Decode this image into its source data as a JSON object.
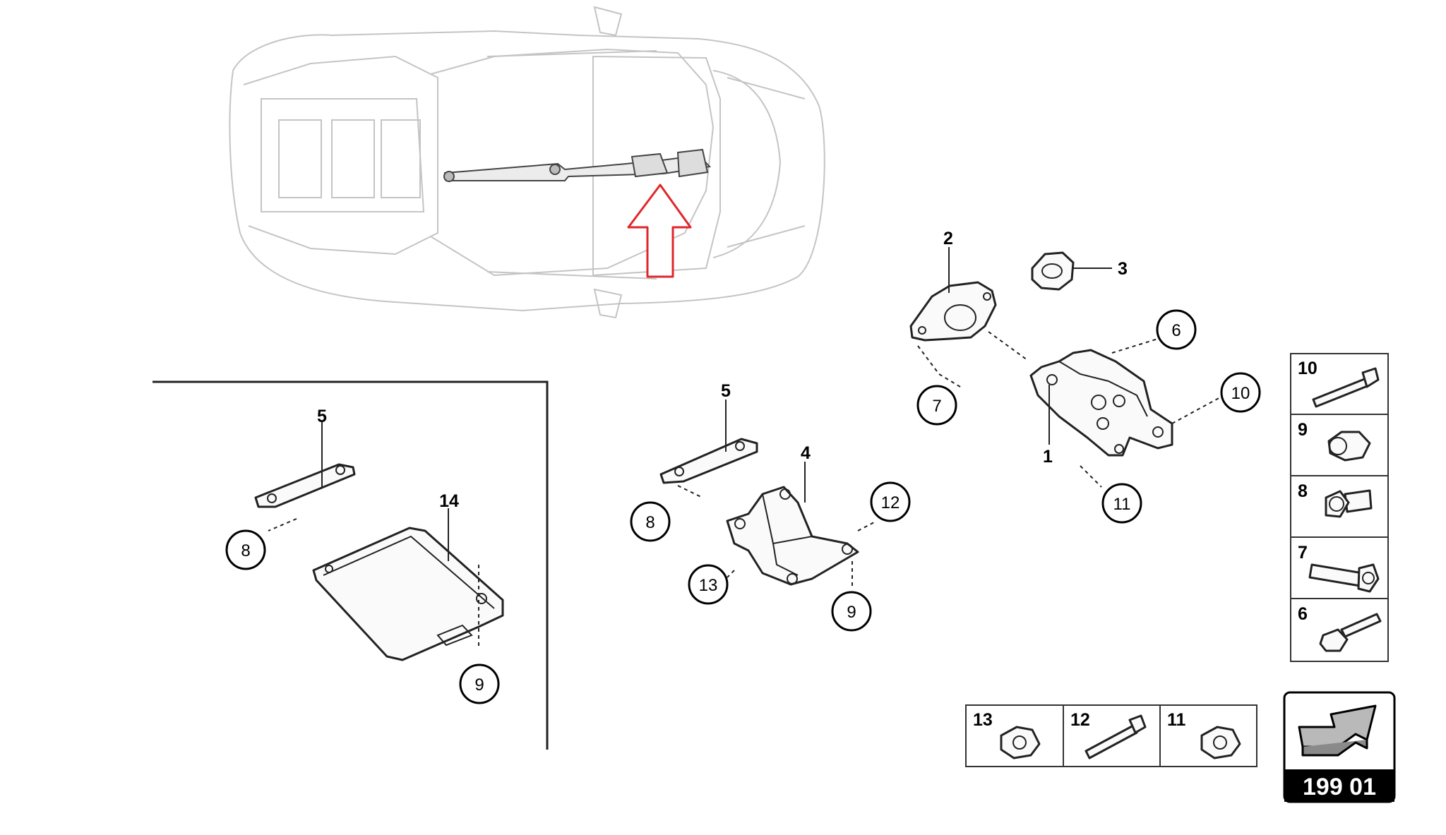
{
  "page_ref": "199 01",
  "colors": {
    "arrow": "#e0262b",
    "background": "#ffffff",
    "line": "#000000"
  },
  "part_labels": {
    "p1": "1",
    "p2": "2",
    "p3": "3",
    "p4": "4",
    "p5a": "5",
    "p5b": "5",
    "p14": "14"
  },
  "callouts": {
    "c6": "6",
    "c7": "7",
    "c10": "10",
    "c11": "11",
    "c12": "12",
    "c8a": "8",
    "c13": "13",
    "c9a": "9",
    "c8b": "8",
    "c9b": "9"
  },
  "hardware_table_right": [
    "10",
    "9",
    "8",
    "7",
    "6"
  ],
  "hardware_table_bottom": [
    "13",
    "12",
    "11"
  ],
  "icons": {
    "nav": "3d-arrow-icon",
    "view": "red-up-arrow-icon"
  }
}
